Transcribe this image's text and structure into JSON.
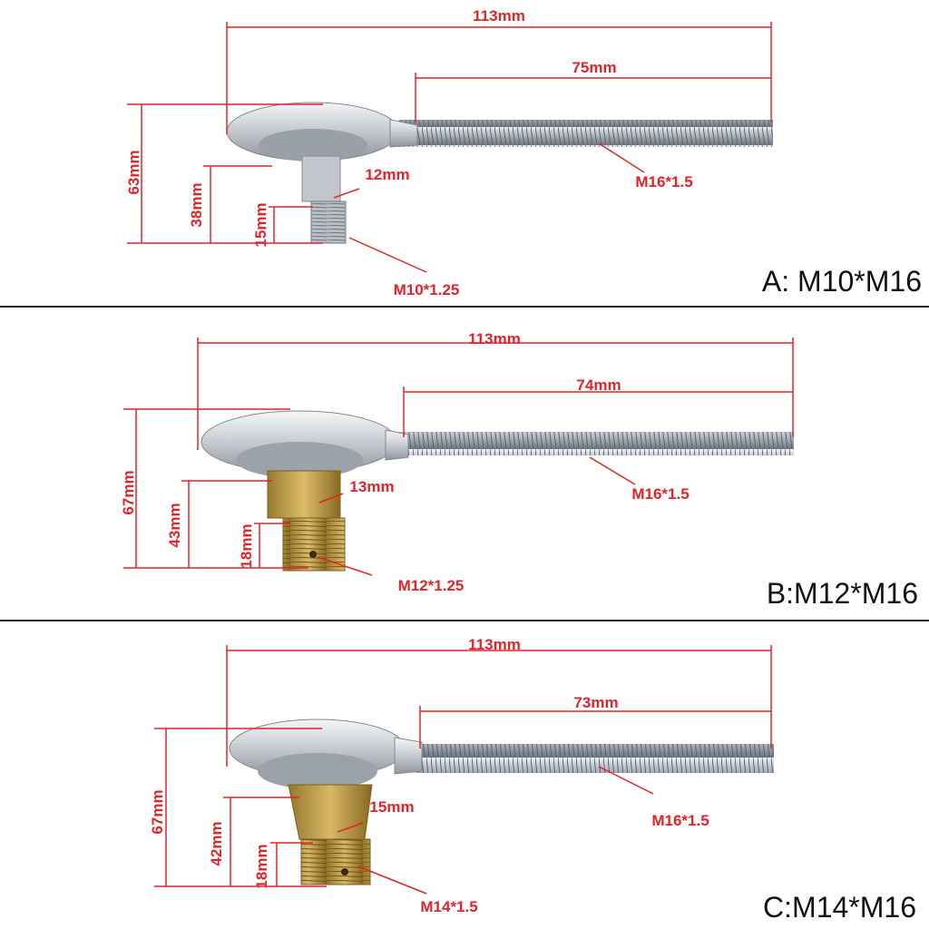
{
  "colors": {
    "dimension": "#e0242a",
    "metal": "#c9cdd3",
    "brass": "#c9a24a",
    "divider": "#222222",
    "title": "#111111"
  },
  "panels": [
    {
      "title": "A: M10*M16",
      "total_length": "113mm",
      "thread_length": "75mm",
      "thread_spec": "M16*1.5",
      "height": "63mm",
      "stud_length": "38mm",
      "stud_thread_length": "15mm",
      "stud_diameter": "12mm",
      "stud_thread_spec": "M10*1.25"
    },
    {
      "title": "B:M12*M16",
      "total_length": "113mm",
      "thread_length": "74mm",
      "thread_spec": "M16*1.5",
      "height": "67mm",
      "stud_length": "43mm",
      "stud_thread_length": "18mm",
      "stud_diameter": "13mm",
      "stud_thread_spec": "M12*1.25"
    },
    {
      "title": "C:M14*M16",
      "total_length": "113mm",
      "thread_length": "73mm",
      "thread_spec": "M16*1.5",
      "height": "67mm",
      "stud_length": "42mm",
      "stud_thread_length": "18mm",
      "stud_diameter": "15mm",
      "stud_thread_spec": "M14*1.5"
    }
  ]
}
